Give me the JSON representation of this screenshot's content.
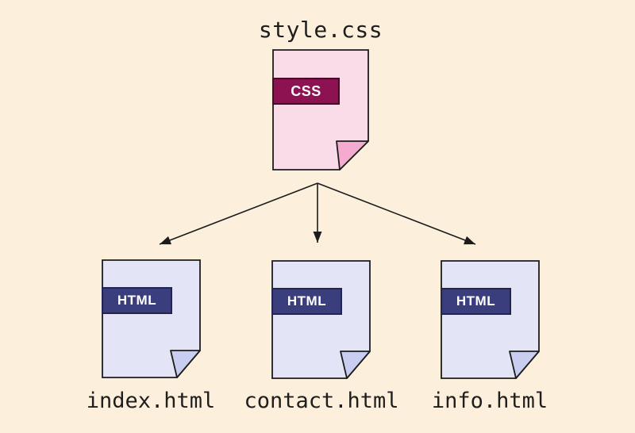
{
  "title": "style.css",
  "source_file": {
    "name": "style.css",
    "badge": "CSS"
  },
  "linked_files": [
    {
      "name": "index.html",
      "badge": "HTML"
    },
    {
      "name": "contact.html",
      "badge": "HTML"
    },
    {
      "name": "info.html",
      "badge": "HTML"
    }
  ],
  "colors": {
    "background": "#fcf0dd",
    "outline": "#1c1c1c",
    "arrow": "#1c1c1c",
    "text": "#201d1d",
    "css_file": {
      "body": "#fadce9",
      "fold": "#f5aacf",
      "badge": "#8d1252",
      "badge_border": "#4a0829",
      "badge_text": "#ffffff"
    },
    "html_file": {
      "body": "#e3e5f7",
      "fold": "#c9cdf0",
      "badge": "#3b3e7d",
      "badge_border": "#23254e",
      "badge_text": "#ffffff"
    }
  }
}
